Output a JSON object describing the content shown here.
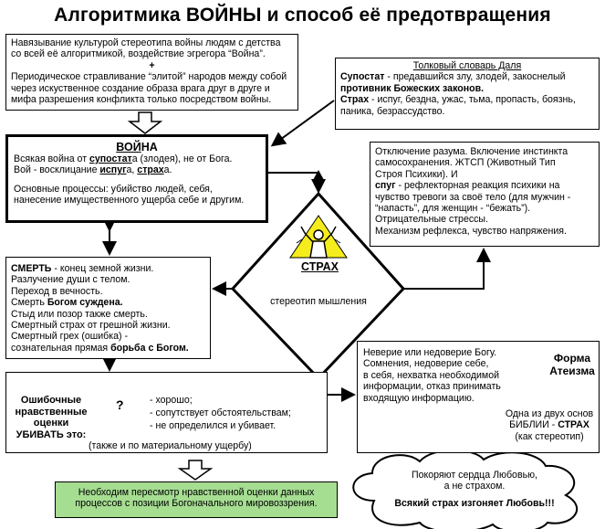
{
  "title": "Алгоритмика ВОЙНЫ и способ её предотвращения",
  "top_box": {
    "line1": "Навязывание культурой стереотипа войны людям с детства",
    "line2": "со всей её алгоритмикой, воздействие эгрегора “Война”.",
    "plus": "+",
    "line3": "Периодическое стравливание “элитой” народов между собой",
    "line4": "через искуственное создание образа врага друг в друге и",
    "line5": "мифа разрешения конфликта только посредством войны."
  },
  "dictionary": {
    "heading": "Толковый словарь Даля",
    "supostat_term": "Супостат",
    "supostat_def1": " - предавшийся злу, злодей, закоснелый",
    "supostat_def2": "противник Божеских законов.",
    "strakh_term": "Страх",
    "strakh_def1": " - испуг, бездна, ужас, тьма, пропасть, боязнь,",
    "strakh_def2": "паника, безрассудство."
  },
  "war_box": {
    "heading_a": "ВОЙ",
    "heading_b": "НА",
    "l1a": "Всякая война от ",
    "l1b": "супостат",
    "l1c": "а",
    "l1d": " (злодея), не от Бога.",
    "l2a": "Вой - восклицание ",
    "l2b": "испуг",
    "l2c": "а, ",
    "l2d": "страх",
    "l2e": "а.",
    "l3": "Основные процессы: убийство людей, себя,",
    "l4": "нанесение имущественного ущерба себе и другим."
  },
  "psyche_box": {
    "l1": "Отключение разума. Включение инстинкта",
    "l2": "самосохранения. ЖТСП (Животный Тип",
    "l3": "Строя Психики). И",
    "ispug_term": "спуг",
    "ispug_def1": " - рефлекторная реакция психики на",
    "l5": "чувство тревоги за своё тело (для мужчин -",
    "l6": "“напасть”, для женщин - “бежать”).",
    "l7": "Отрицательные стрессы.",
    "l8": "Механизм рефлекса, чувство напряжения."
  },
  "fear": {
    "label": "СТРАХ",
    "sublabel": "стереотип мышления"
  },
  "death_box": {
    "term": "СМЕРТЬ",
    "l1": " - конец земной жизни.",
    "l2": "Разлучение души с телом.",
    "l3": "Переход в вечность.",
    "l4a": "Смерть ",
    "l4b": "Богом суждена.",
    "l5": "Стыд или позор также смерть.",
    "l6": "Смертный страх от грешной жизни.",
    "l7": "Смертный грех (ошибка) -",
    "l8a": "сознательная прямая ",
    "l8b": "борьба с Богом."
  },
  "unbelief_box": {
    "l1": "Неверие или недоверие Богу.",
    "l2": "Сомнения, недоверие себе,",
    "l3": "в себя, нехватка необходимой",
    "l4": "информации, отказ принимать",
    "l5": "входящую информацию.",
    "form1": "Форма",
    "form2": "Атеизма",
    "basis1": "Одна из двух основ",
    "basis2a": "БИБЛИИ - ",
    "basis2b": "СТРАХ",
    "basis3": "(как стереотип)"
  },
  "moral_box": {
    "l1": "Ошибочные",
    "l2": "нравственные",
    "l3": "оценки",
    "l4": "УБИВАТЬ это:",
    "q": "?",
    "opt1": "- хорошо;",
    "opt2": "- сопутствует обстоятельствам;",
    "opt3": "- не определился и убивает.",
    "note": "(также и по материальному ущербу)"
  },
  "green_box": {
    "l1": "Необходим пересмотр нравственной оценки данных",
    "l2": "процессов  с позиции Богоначального мировоззрения."
  },
  "cloud": {
    "l1": "Покоряют сердца Любовью,",
    "l2": "а не страхом.",
    "l3": "Всякий страх изгоняет Любовь!!!"
  },
  "colors": {
    "green": "#a5dd91",
    "yellow": "#f5ec1c",
    "black": "#000000"
  }
}
